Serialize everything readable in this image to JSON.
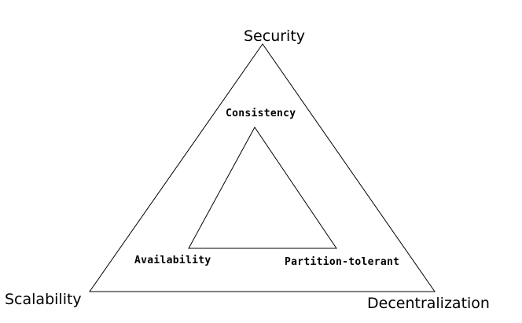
{
  "outer_triangle": {
    "top": "Security",
    "bottom_left": "Scalability",
    "bottom_right": "Decentralization"
  },
  "inner_triangle": {
    "top": "Consistency",
    "bottom_left": "Availability",
    "bottom_right": "Partition-tolerant"
  },
  "colors": {
    "line": "#000000",
    "background": "#ffffff"
  }
}
